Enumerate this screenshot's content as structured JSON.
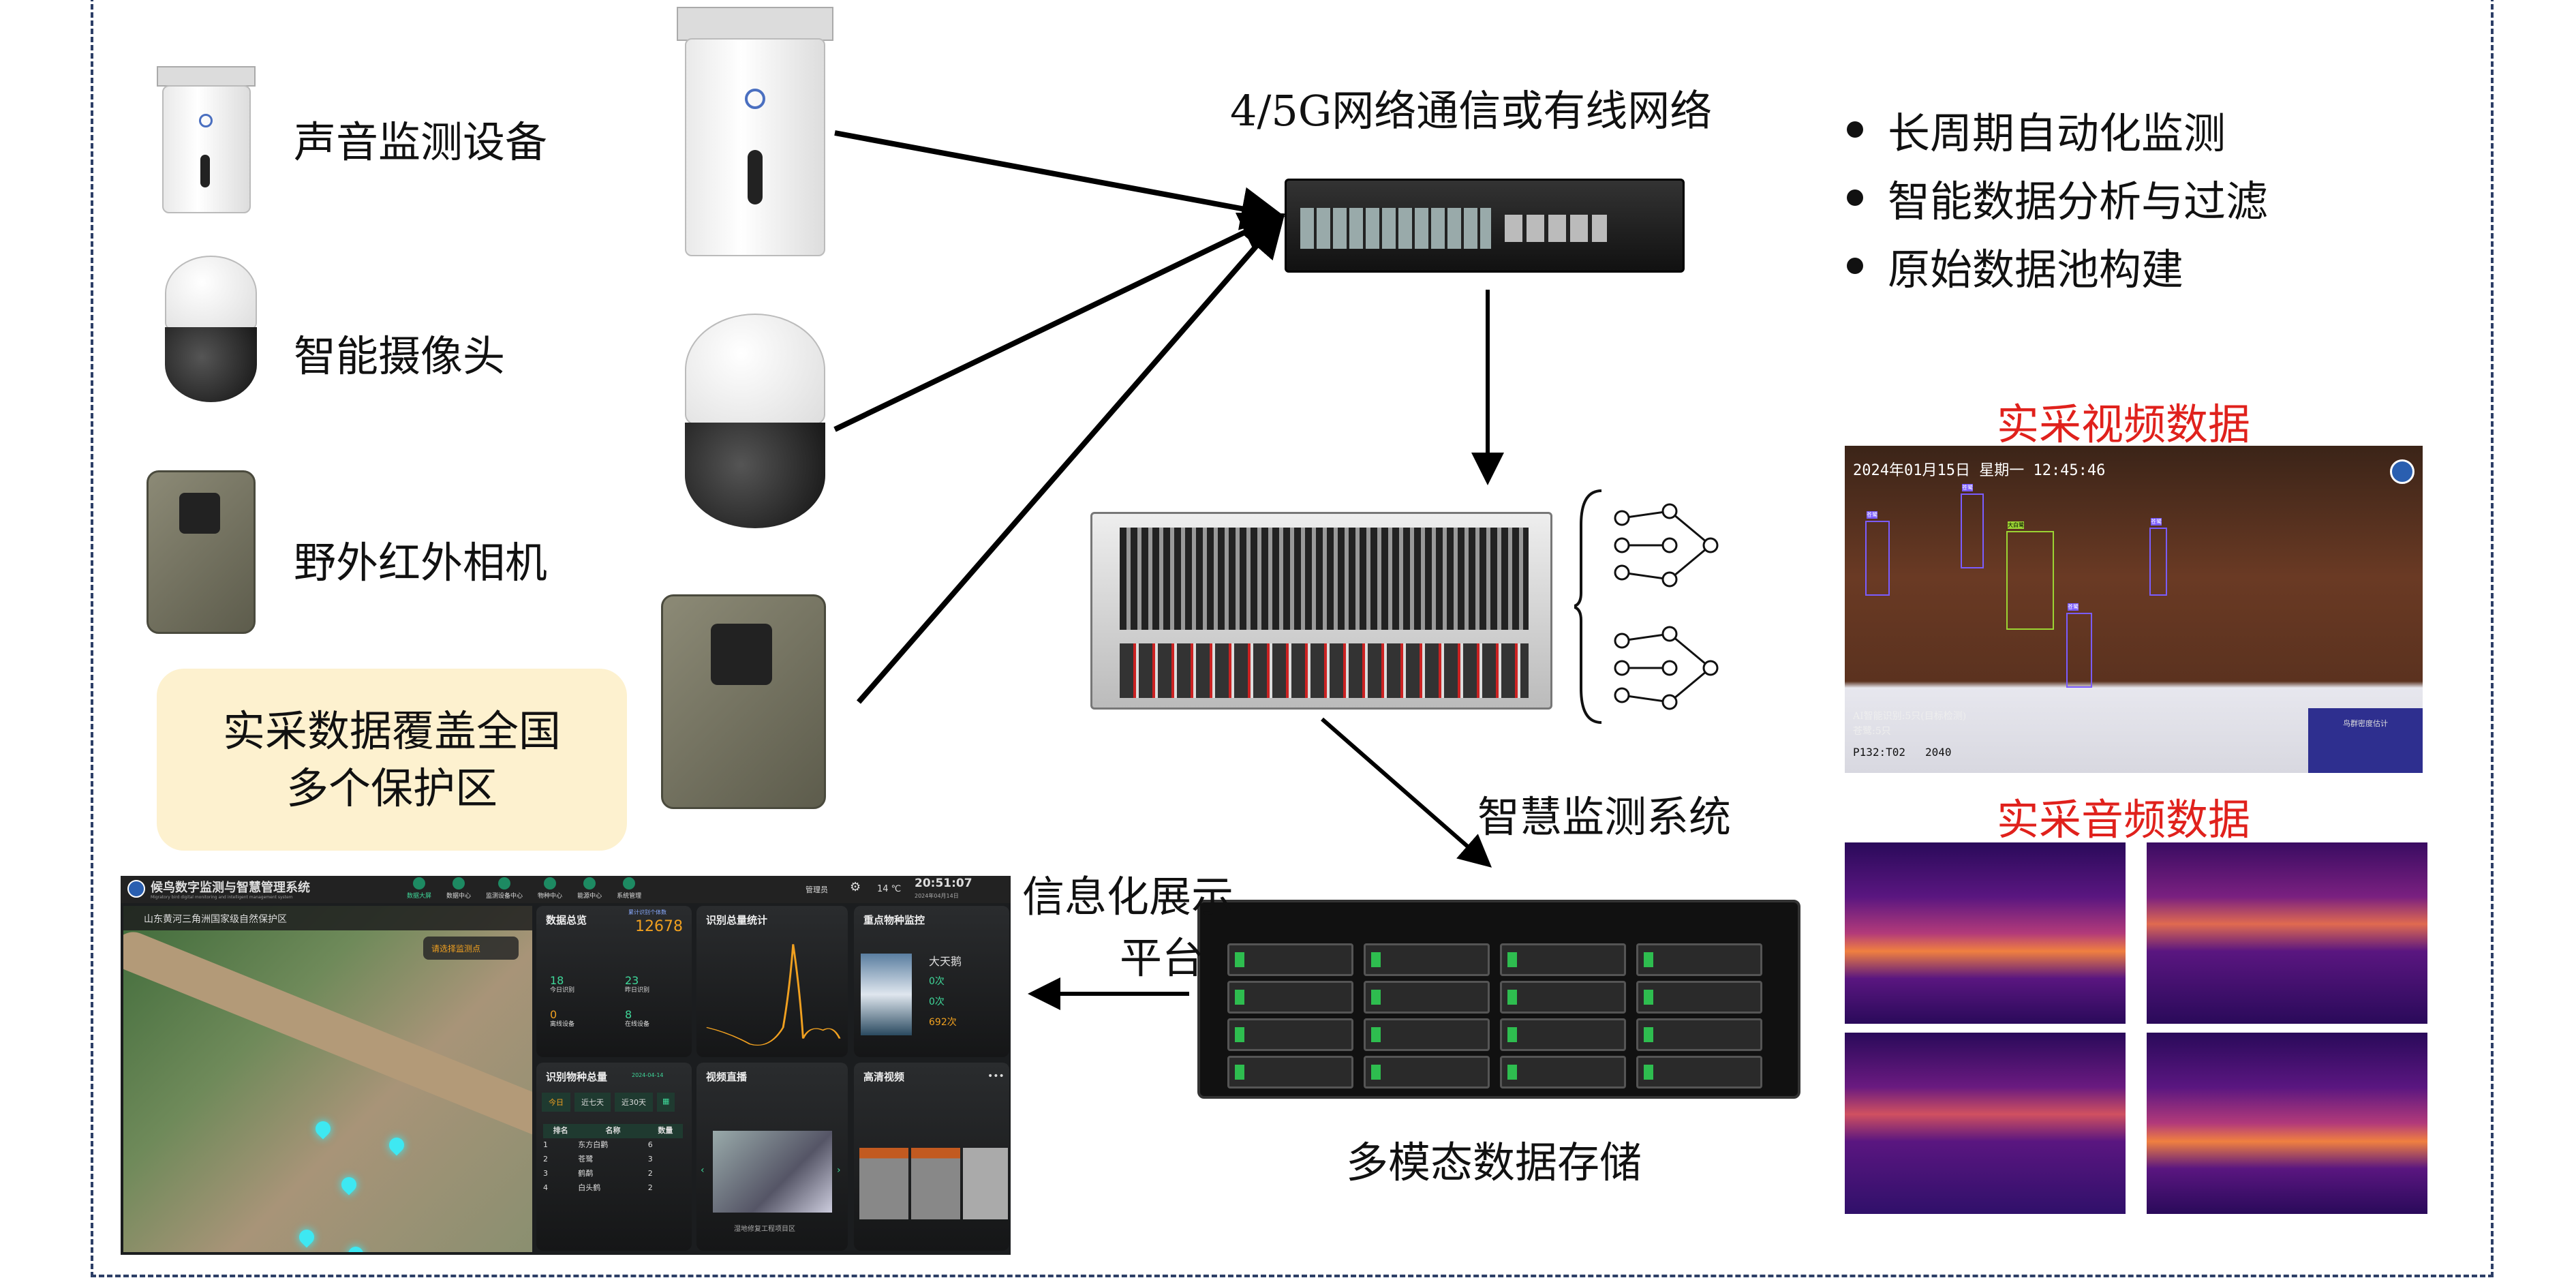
{
  "devices": {
    "sound": "声音监测设备",
    "camera": "智能摄像头",
    "trail_camera": "野外红外相机"
  },
  "coverage": {
    "line1": "实采数据覆盖全国",
    "line2": "多个保护区"
  },
  "network_label": "4/5G网络通信或有线网络",
  "features": [
    "长周期自动化监测",
    "智能数据分析与过滤",
    "原始数据池构建"
  ],
  "system_label": "智慧监测系统",
  "storage_label": "多模态数据存储",
  "display_label": {
    "line1": "信息化展示",
    "line2": "平台"
  },
  "video_title": "实采视频数据",
  "audio_title": "实采音频数据",
  "video": {
    "timestamp": "2024年01月15日 星期一 12:45:46",
    "ai_text": "AI智能识别:5只(目标检测)",
    "species_count": "苍鹭:5只",
    "code": "P132:T02",
    "num": "2040",
    "overlay_box": "鸟群密度估计",
    "box_labels": [
      "苍鹭",
      "苍鹭",
      "大白鹭",
      "苍鹭",
      "苍鹭"
    ]
  },
  "dashboard": {
    "title": "候鸟数字监测与智慧管理系统",
    "subtitle": "Migratory bird digital monitoring and intelligent management system",
    "nav": [
      "数据大屏",
      "数据中心",
      "监测设备中心",
      "物种中心",
      "能源中心",
      "系统管理"
    ],
    "user": "管理员",
    "temp": "14 ℃",
    "time": "20:51:07",
    "date": "2024年04月14日",
    "map_title": "山东黄河三角洲国家级自然保护区",
    "map_select": "请选择监测点",
    "overview": {
      "title": "数据总览",
      "total_label": "累计识别个体数",
      "total": "12678",
      "stats": [
        {
          "v": "18",
          "l": "今日识别"
        },
        {
          "v": "23",
          "l": "昨日识别"
        },
        {
          "v": "0",
          "l": "离线设备"
        },
        {
          "v": "8",
          "l": "在线设备"
        }
      ]
    },
    "chart_title": "识别总量统计",
    "key_species": {
      "title": "重点物种监控",
      "name": "大天鹅",
      "values": [
        "0次",
        "0次",
        "692次"
      ]
    },
    "species_total": {
      "title": "识别物种总量",
      "date": "2024-04-14",
      "tabs": [
        "今日",
        "近七天",
        "近30天"
      ],
      "headers": [
        "排名",
        "名称",
        "数量"
      ],
      "rows": [
        [
          "1",
          "东方白鹳",
          "6"
        ],
        [
          "2",
          "苍鹭",
          "3"
        ],
        [
          "3",
          "鹤鹬",
          "2"
        ],
        [
          "4",
          "白头鹤",
          "2"
        ]
      ]
    },
    "live": {
      "title": "视频直播",
      "caption": "湿地修复工程项目区"
    },
    "hd": {
      "title": "高清视频",
      "more": "•••"
    }
  }
}
